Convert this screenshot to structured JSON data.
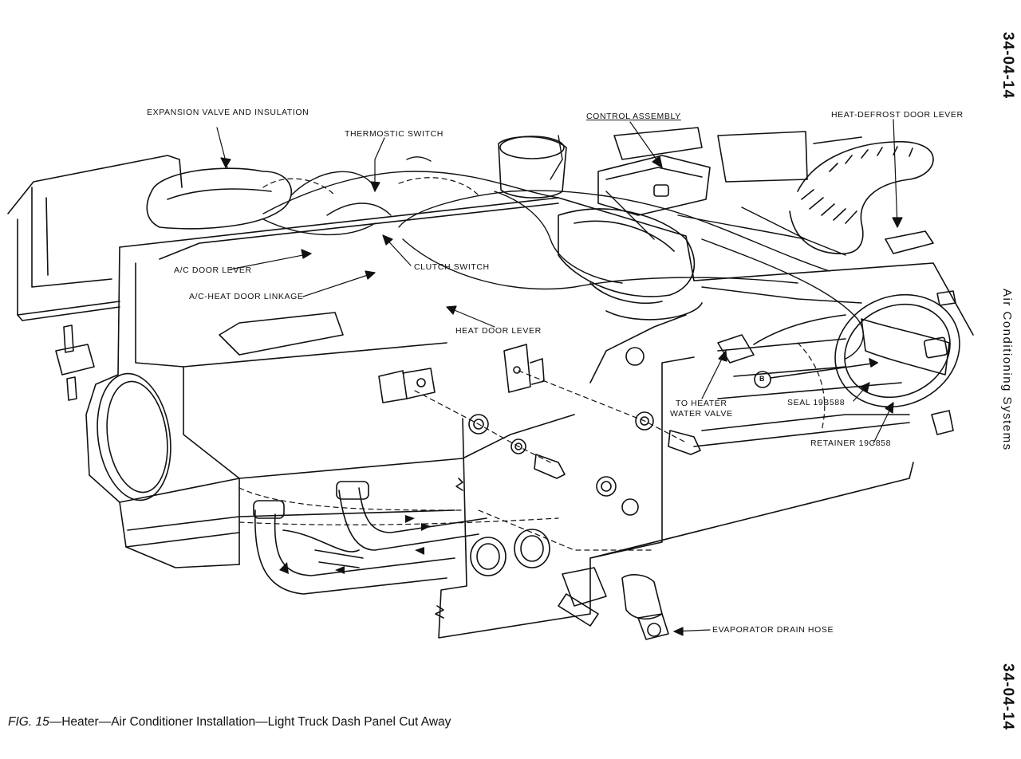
{
  "page": {
    "number_top": "34-04-14",
    "number_bottom": "34-04-14",
    "section_title": "Air Conditioning Systems"
  },
  "caption": {
    "fig": "FIG. 15",
    "text": "—Heater—Air Conditioner Installation—Light Truck Dash Panel Cut Away"
  },
  "labels": {
    "expansion_valve": "EXPANSION VALVE AND INSULATION",
    "thermostic_switch": "THERMOSTIC SWITCH",
    "control_assembly": "CONTROL ASSEMBLY",
    "heat_defrost_lever": "HEAT-DEFROST DOOR LEVER",
    "ac_door_lever": "A/C DOOR LEVER",
    "clutch_switch": "CLUTCH SWITCH",
    "ac_heat_linkage": "A/C-HEAT DOOR LINKAGE",
    "heat_door_lever": "HEAT DOOR LEVER",
    "to_heater_water_valve_1": "TO HEATER",
    "to_heater_water_valve_2": "WATER VALVE",
    "seal": "SEAL 19B588",
    "retainer": "RETAINER 19C858",
    "evaporator_drain": "EVAPORATOR DRAIN HOSE",
    "callout_b": "B"
  }
}
